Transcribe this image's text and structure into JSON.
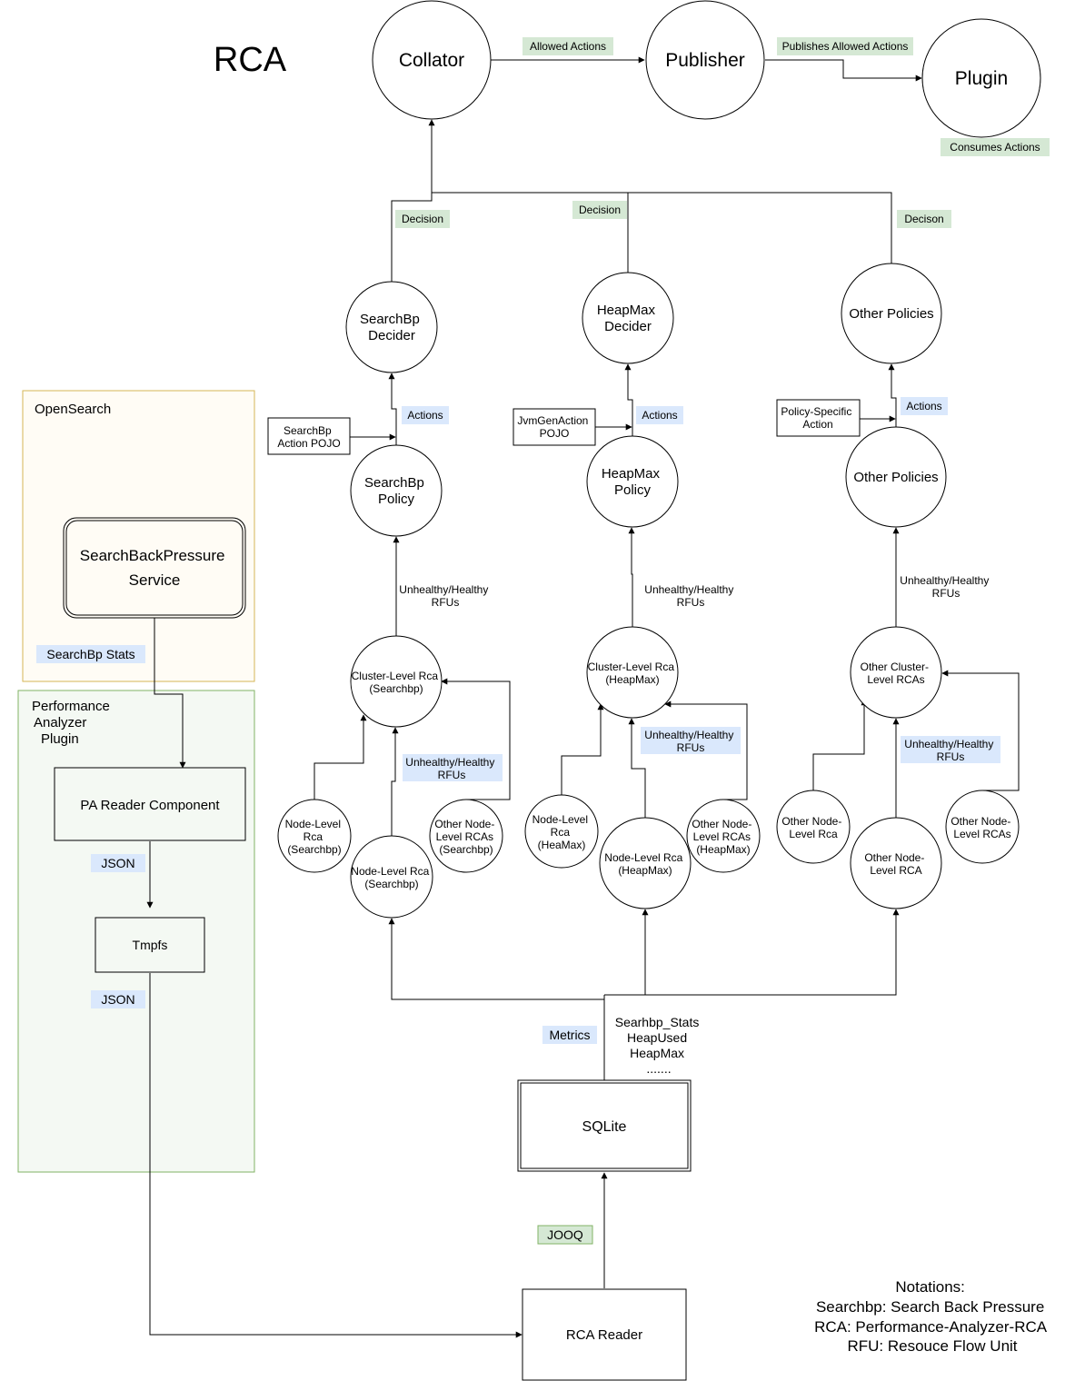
{
  "title": "RCA",
  "top_nodes": {
    "collator": "Collator",
    "publisher": "Publisher",
    "plugin": "Plugin"
  },
  "tags": {
    "allowed_actions": "Allowed Actions",
    "publishes_allowed_actions": "Publishes Allowed Actions",
    "consumes_actions": "Consumes Actions",
    "decision_searchbp": "Decision",
    "decision_heapmax": "Decision",
    "decision_other": "Decison",
    "actions_searchbp": "Actions",
    "actions_heapmax": "Actions",
    "actions_other": "Actions",
    "rfu_policy_searchbp": [
      "Unhealthy/Healthy",
      "RFUs"
    ],
    "rfu_policy_heapmax": [
      "Unhealthy/Healthy",
      "RFUs"
    ],
    "rfu_policy_other": [
      "Unhealthy/Healthy",
      "RFUs"
    ],
    "rfu_cluster_searchbp": [
      "Unhealthy/Healthy",
      "RFUs"
    ],
    "rfu_cluster_heapmax": [
      "Unhealthy/Healthy",
      "RFUs"
    ],
    "rfu_cluster_other": [
      "Unhealthy/Healthy",
      "RFUs"
    ],
    "searchbp_stats": "SearchBp Stats",
    "json_1": "JSON",
    "json_2": "JSON",
    "metrics": "Metrics",
    "jooq": "JOOQ"
  },
  "deciders": {
    "searchbp": [
      "SearchBp",
      "Decider"
    ],
    "heapmax": [
      "HeapMax",
      "Decider"
    ],
    "other": [
      "Other Policies"
    ]
  },
  "policies": {
    "searchbp": [
      "SearchBp",
      "Policy"
    ],
    "heapmax": [
      "HeapMax",
      "Policy"
    ],
    "other": [
      "Other Policies"
    ]
  },
  "action_boxes": {
    "searchbp": [
      "SearchBp",
      "Action POJO"
    ],
    "heapmax": [
      "JvmGenAction",
      "POJO"
    ],
    "other": [
      "Policy-Specific",
      "Action"
    ]
  },
  "cluster_rcas": {
    "searchbp": [
      "Cluster-Level Rca",
      "(Searchbp)"
    ],
    "heapmax": [
      "Cluster-Level Rca",
      "(HeapMax)"
    ],
    "other": [
      "Other Cluster-",
      "Level RCAs"
    ]
  },
  "node_rcas": {
    "searchbp_left": [
      "Node-Level",
      "Rca",
      "(Searchbp)"
    ],
    "searchbp_mid": [
      "Node-Level Rca",
      "(Searchbp)"
    ],
    "searchbp_right": [
      "Other Node-",
      "Level RCAs",
      "(Searchbp)"
    ],
    "heapmax_left": [
      "Node-Level",
      "Rca",
      "(HeaMax)"
    ],
    "heapmax_mid": [
      "Node-Level Rca",
      "(HeapMax)"
    ],
    "heapmax_right": [
      "Other Node-",
      "Level RCAs",
      "(HeapMax)"
    ],
    "other_left": [
      "Other Node-",
      "Level Rca"
    ],
    "other_mid": [
      "Other Node-",
      "Level RCA"
    ],
    "other_right": [
      "Other Node-",
      "Level RCAs"
    ]
  },
  "opensearch": {
    "title": "OpenSearch",
    "service": [
      "SearchBackPressure",
      "Service"
    ]
  },
  "pa_plugin": {
    "title": [
      "Performance",
      "Analyzer",
      "Plugin"
    ],
    "reader_component": "PA Reader Component",
    "tmpfs": "Tmpfs"
  },
  "metrics_list": [
    "Searhbp_Stats",
    "HeapUsed",
    "HeapMax",
    "......."
  ],
  "sqlite": "SQLite",
  "rca_reader": "RCA Reader",
  "notations": [
    "Notations:",
    "Searchbp: Search Back Pressure",
    "RCA: Performance-Analyzer-RCA",
    "RFU: Resouce Flow Unit"
  ],
  "colors": {
    "green_tag": "#d5e8d4",
    "blue_tag": "#dae8fc",
    "opensearch_fill": "#fffcf5",
    "opensearch_stroke": "#d6b656",
    "plugin_fill": "#f4f9f3",
    "plugin_stroke": "#82b366",
    "service_fill": "#fffcf5"
  }
}
